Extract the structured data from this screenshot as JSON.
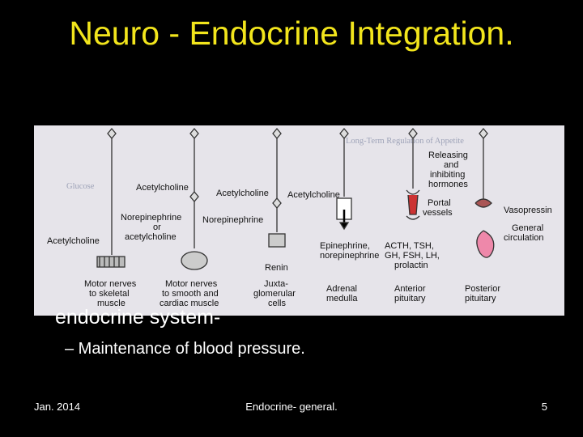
{
  "slide": {
    "title": "Neuro - Endocrine Integration.",
    "body_text": "endocrine system-",
    "sub_bullet": "– Maintenance of blood pressure.",
    "footer_left": "Jan. 2014",
    "footer_center": "Endocrine- general.",
    "page_number": "5"
  },
  "figure": {
    "background_text": [
      "Glucose",
      "Long-Term Regulation of Appetite"
    ],
    "labels": {
      "acetylcholine_1": "Acetylcholine",
      "acetylcholine_2": "Acetylcholine",
      "acetylcholine_3": "Acetylcholine",
      "acetylcholine_left": "Acetylcholine",
      "norepi_or_1": "Norepinephrine",
      "norepi_or_2": "or",
      "norepi_or_3": "acetylcholine",
      "norepinephrine": "Norepinephrine",
      "renin": "Renin",
      "epi_1": "Epinephrine,",
      "epi_2": "norepinephrine",
      "acth_1": "ACTH, TSH,",
      "acth_2": "GH, FSH, LH,",
      "acth_3": "prolactin",
      "rel_1": "Releasing",
      "rel_2": "and",
      "rel_3": "inhibiting",
      "rel_4": "hormones",
      "portal_1": "Portal",
      "portal_2": "vessels",
      "vasopressin": "Vasopressin",
      "general_1": "General",
      "general_2": "circulation",
      "motor_skel_1": "Motor nerves",
      "motor_skel_2": "to skeletal",
      "motor_skel_3": "muscle",
      "motor_smooth_1": "Motor nerves",
      "motor_smooth_2": "to smooth and",
      "motor_smooth_3": "cardiac muscle",
      "juxta_1": "Juxta-",
      "juxta_2": "glomerular",
      "juxta_3": "cells",
      "adrenal_1": "Adrenal",
      "adrenal_2": "medulla",
      "anterior_1": "Anterior",
      "anterior_2": "pituitary",
      "posterior_1": "Posterior",
      "posterior_2": "pituitary"
    }
  }
}
